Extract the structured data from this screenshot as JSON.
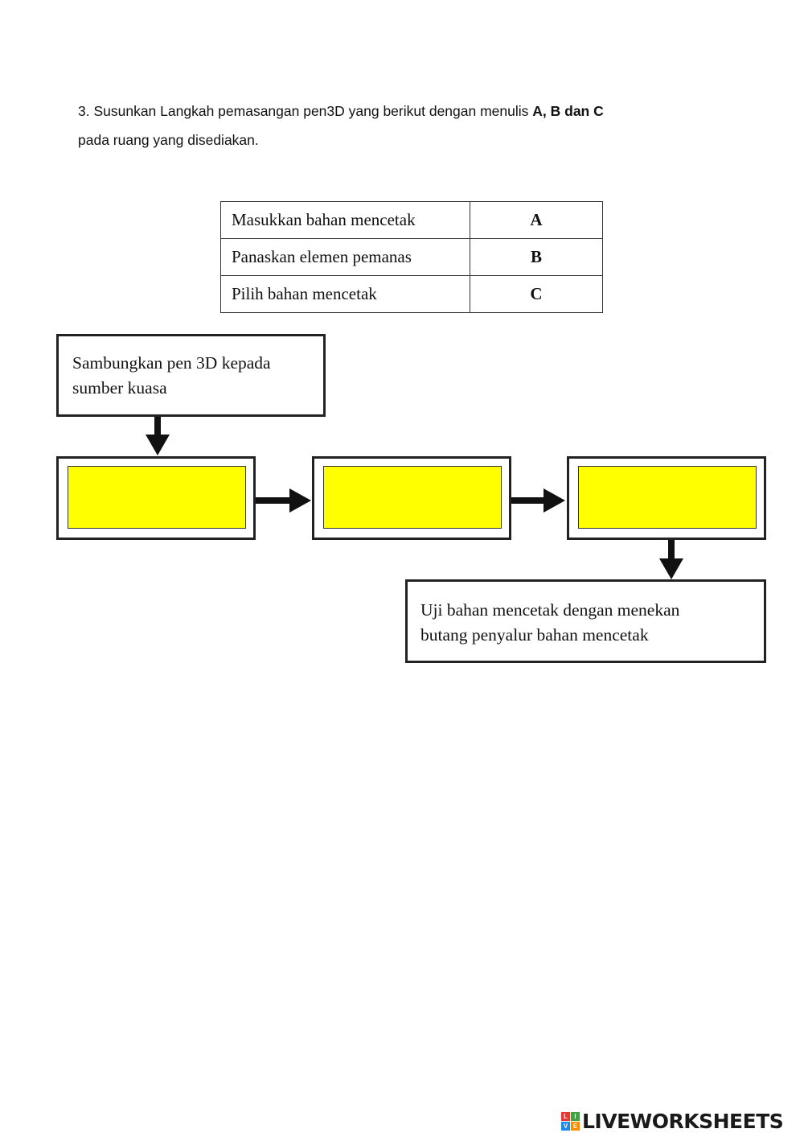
{
  "question": {
    "text": "3. Susunkan Langkah pemasangan pen3D yang berikut dengan menulis ",
    "bold": "A, B dan C",
    "text2": "pada ruang yang disediakan."
  },
  "options": [
    {
      "step": "Masukkan bahan mencetak",
      "code": "A"
    },
    {
      "step": "Panaskan elemen pemanas",
      "code": "B"
    },
    {
      "step": "Pilih bahan mencetak",
      "code": "C"
    }
  ],
  "flow": {
    "start_line1": "Sambungkan pen 3D kepada",
    "start_line2": "sumber kuasa",
    "answers": [
      "",
      "",
      ""
    ],
    "end_line1": "Uji bahan mencetak dengan menekan",
    "end_line2": "butang penyalur bahan mencetak"
  },
  "colors": {
    "answer_fill": "#ffff00",
    "border": "#222222"
  },
  "footer": {
    "brand": "LIVEWORKSHEETS",
    "icon_letters": [
      "L",
      "I",
      "V",
      "E"
    ]
  }
}
